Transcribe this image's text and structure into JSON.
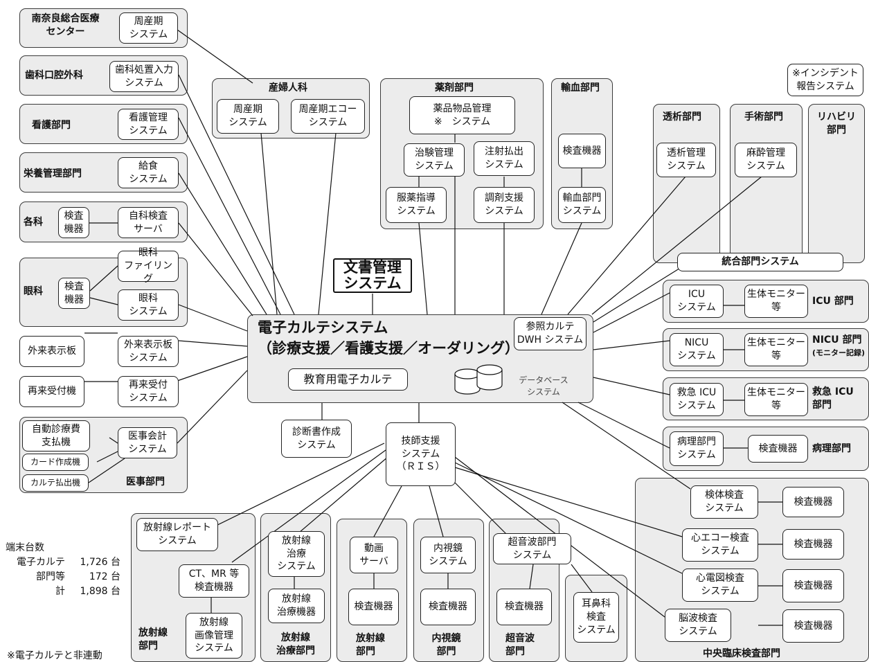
{
  "left": {
    "nara_label": "南奈良総合医療\nセンター",
    "nara_sys": "周産期\nシステム",
    "dental_label": "歯科口腔外科",
    "dental_sys": "歯科処置入力\nシステム",
    "nursing_label": "看護部門",
    "nursing_sys": "看護管理\nシステム",
    "nutrition_label": "栄養管理部門",
    "nutrition_sys": "給食\nシステム",
    "depts_label": "各科",
    "depts_device": "検査\n機器",
    "depts_server": "自科検査\nサーバ",
    "eye_label": "眼科",
    "eye_device": "検査\n機器",
    "eye_filing": "眼科\nファイリング",
    "eye_sys": "眼科\nシステム",
    "outpatient_board": "外来表示板",
    "outpatient_board_sys": "外来表示板\nシステム",
    "revisit_machine": "再来受付機",
    "revisit_sys": "再来受付\nシステム",
    "acct_label": "医事部門",
    "acct_autopay": "自動診療費\n支払機",
    "acct_card": "カード作成機",
    "acct_chart": "カルテ払出機",
    "acct_sys": "医事会計\nシステム"
  },
  "top": {
    "obgyn_label": "産婦人科",
    "obgyn_sys1": "周産期\nシステム",
    "obgyn_sys2": "周産期エコー\nシステム",
    "pharmacy_label": "薬剤部門",
    "pharmacy_goods": "薬品物品管理\n※　システム",
    "pharmacy_trial": "治験管理\nシステム",
    "pharmacy_inject": "注射払出\nシステム",
    "pharmacy_guide": "服薬指導\nシステム",
    "pharmacy_dispense": "調剤支援\nシステム",
    "blood_label": "輸血部門",
    "blood_device": "検査機器",
    "blood_sys": "輸血部門\nシステム",
    "incident": "※インシデント\n報告システム",
    "dialysis_label": "透析部門",
    "dialysis_sys": "透析管理\nシステム",
    "surgery_label": "手術部門",
    "surgery_sys": "麻酔管理\nシステム",
    "rehab_label": "リハビリ\n部門",
    "integrated": "統合部門システム"
  },
  "center": {
    "doc_mgmt": "文書管理\nシステム",
    "title": "電子カルテシステム\n（診療支援／看護支援／オーダリング）",
    "ref_chart": "参照カルテ\nDWH システム",
    "edu_chart": "教育用電子カルテ",
    "database": "データベース\nシステム",
    "certificate": "診断書作成\nシステム",
    "ris": "技師支援\nシステム\n（ＲＩＳ）"
  },
  "right": {
    "icu_sys": "ICU\nシステム",
    "icu_monitor": "生体モニター\n等",
    "icu_label": "ICU 部門",
    "nicu_sys": "NICU\nシステム",
    "nicu_monitor": "生体モニター\n等",
    "nicu_label": "NICU 部門",
    "nicu_note": "(モニター記録)",
    "eicu_sys": "救急 ICU\nシステム",
    "eicu_monitor": "生体モニター\n等",
    "eicu_label": "救急 ICU\n部門",
    "path_sys": "病理部門\nシステム",
    "path_device": "検査機器",
    "path_label": "病理部門",
    "clinical_label": "中央臨床検査部門",
    "specimen_sys": "検体検査\nシステム",
    "echo_sys": "心エコー検査\nシステム",
    "ecg_sys": "心電図検査\nシステム",
    "eeg_sys": "脳波検査\nシステム",
    "device": "検査機器"
  },
  "bottom": {
    "rad_report": "放射線レポート\nシステム",
    "ct_mr": "CT、MR 等\n検査機器",
    "rad_pacs": "放射線\n画像管理\nシステム",
    "rad_label": "放射線\n部門",
    "rt_sys": "放射線\n治療\nシステム",
    "rt_device": "放射線\n治療機器",
    "rt_label": "放射線\n治療部門",
    "video_server": "動画\nサーバ",
    "video_device": "検査機器",
    "video_label": "放射線\n部門",
    "endo_sys": "内視鏡\nシステム",
    "endo_device": "検査機器",
    "endo_label": "内視鏡\n部門",
    "us_sys": "超音波部門\nシステム",
    "us_device": "検査機器",
    "us_label": "超音波\n部門",
    "ent_sys": "耳鼻科\n検査\nシステム"
  },
  "terminals": {
    "title": "端末台数",
    "rows": [
      {
        "k": "電子カルテ",
        "v": "1,726 台"
      },
      {
        "k": "部門等",
        "v": "172 台"
      },
      {
        "k": "計",
        "v": "1,898 台"
      }
    ]
  },
  "footnote": "※電子カルテと非連動"
}
